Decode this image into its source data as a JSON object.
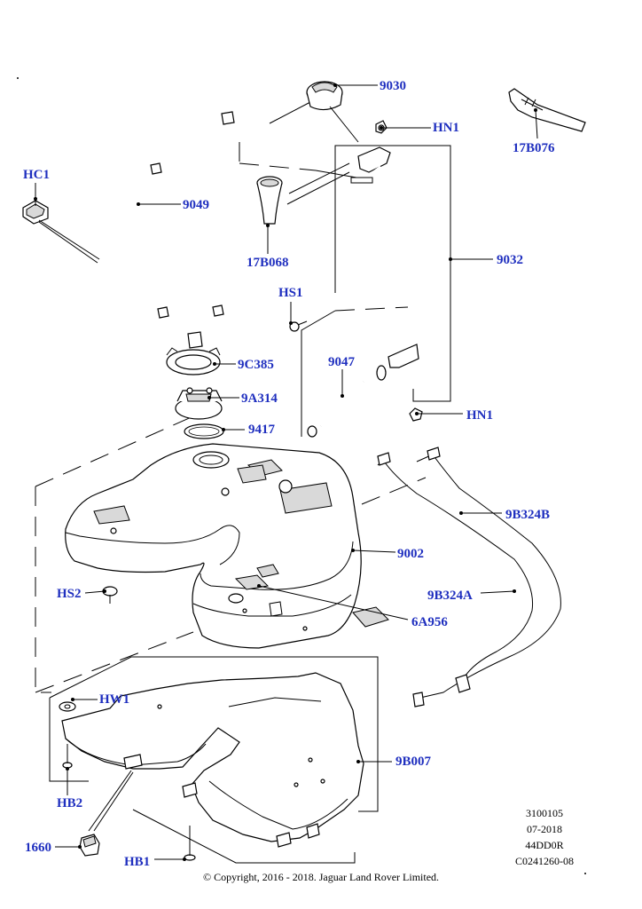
{
  "callouts": [
    {
      "key": "c9030",
      "label": "9030"
    },
    {
      "key": "cHN1a",
      "label": "HN1"
    },
    {
      "key": "c17B076",
      "label": "17B076"
    },
    {
      "key": "cHC1",
      "label": "HC1"
    },
    {
      "key": "c9049",
      "label": "9049"
    },
    {
      "key": "c17B068",
      "label": "17B068"
    },
    {
      "key": "c9032",
      "label": "9032"
    },
    {
      "key": "cHS1",
      "label": "HS1"
    },
    {
      "key": "c9C385",
      "label": "9C385"
    },
    {
      "key": "c9047",
      "label": "9047"
    },
    {
      "key": "c9A314",
      "label": "9A314"
    },
    {
      "key": "cHN1b",
      "label": "HN1"
    },
    {
      "key": "c9417",
      "label": "9417"
    },
    {
      "key": "c9B324B",
      "label": "9B324B"
    },
    {
      "key": "c9002",
      "label": "9002"
    },
    {
      "key": "cHS2",
      "label": "HS2"
    },
    {
      "key": "c9B324A",
      "label": "9B324A"
    },
    {
      "key": "c6A956",
      "label": "6A956"
    },
    {
      "key": "cHW1",
      "label": "HW1"
    },
    {
      "key": "c9B007",
      "label": "9B007"
    },
    {
      "key": "cHB2",
      "label": "HB2"
    },
    {
      "key": "c1660",
      "label": "1660"
    },
    {
      "key": "cHB1",
      "label": "HB1"
    }
  ],
  "meta": {
    "code1": "3100105",
    "date": "07-2018",
    "code2": "44DD0R",
    "code3": "C0241260-08"
  },
  "copyright": "© Copyright, 2016 - 2018. Jaguar Land Rover Limited.",
  "colors": {
    "callout": "#1f2fbf",
    "line": "#000000"
  }
}
